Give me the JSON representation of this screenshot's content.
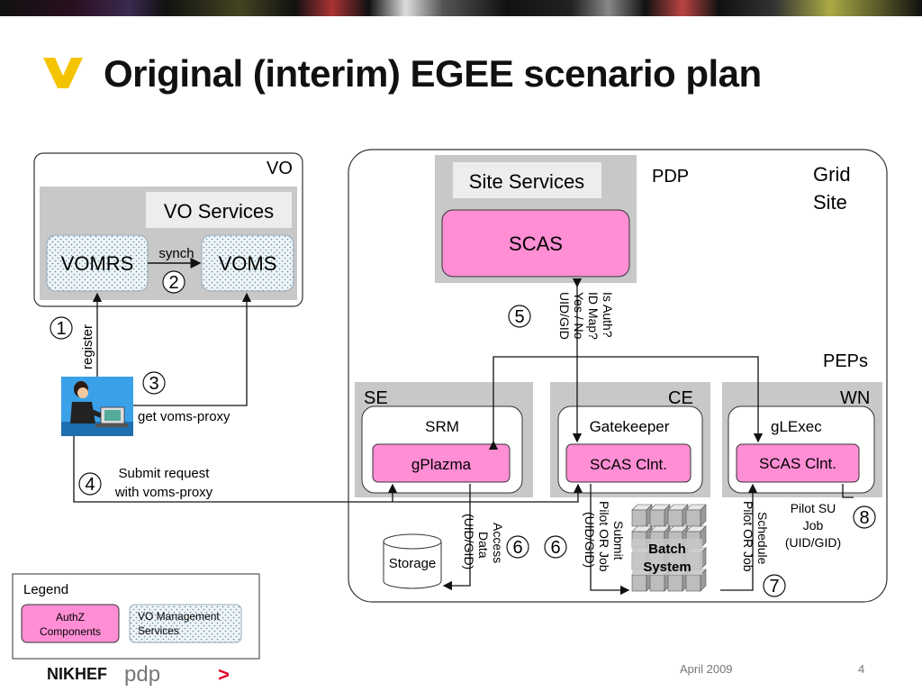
{
  "slide": {
    "title": "Original (interim) EGEE scenario plan",
    "footer_date": "April 2009",
    "page_number": "4",
    "logo_nikhef": "NIKHEF",
    "logo_pdp": "pdp",
    "arrow_glyph": ">"
  },
  "vo": {
    "label": "VO",
    "services_label": "VO Services",
    "vomrs": "VOMRS",
    "voms": "VOMS",
    "synch": "synch",
    "step2": "2"
  },
  "site": {
    "label_line1": "Grid",
    "label_line2": "Site",
    "pdp": "PDP",
    "site_services": "Site Services",
    "scas": "SCAS",
    "peps": "PEPs",
    "se": "SE",
    "ce": "CE",
    "wn": "WN",
    "srm": "SRM",
    "gplazma": "gPlazma",
    "gatekeeper": "Gatekeeper",
    "scas_clnt_ce": "SCAS Clnt.",
    "glexec": "gLExec",
    "scas_clnt_wn": "SCAS Clnt.",
    "storage": "Storage",
    "batch_line1": "Batch",
    "batch_line2": "System"
  },
  "steps": {
    "s1": "1",
    "s3": "3",
    "s4": "4",
    "s5": "5",
    "s6a": "6",
    "s6b": "6",
    "s7": "7",
    "s8": "8"
  },
  "labels": {
    "register": "register",
    "get_voms_proxy": "get voms-proxy",
    "submit_line1": "Submit request",
    "submit_line2": "with voms-proxy",
    "auth_line1": "Is Auth?",
    "auth_line2": "ID Map?",
    "auth_line3": "Yes / No",
    "auth_line4": "UID/GID",
    "access_line1": "Access",
    "access_line2": "Data",
    "access_line3": "(UID/GID)",
    "submit_pilot_line1": "Submit",
    "submit_pilot_line2": "Pilot OR Job",
    "submit_pilot_line3": "(UID/GID)",
    "schedule_line1": "Schedule",
    "schedule_line2": "Pilot OR Job",
    "pilot_su_line1": "Pilot SU",
    "pilot_su_line2": "Job",
    "pilot_su_line3": "(UID/GID)"
  },
  "legend": {
    "title": "Legend",
    "authz_line1": "AuthZ",
    "authz_line2": "Components",
    "vomgmt_line1": "VO Management",
    "vomgmt_line2": "Services"
  },
  "colors": {
    "pink": "#ff8ed4",
    "gray_panel": "#c8c8c8",
    "chevron": "#f5c400",
    "footer_arrow": "#e0002a",
    "dotted_fill": "#eef4f7"
  }
}
